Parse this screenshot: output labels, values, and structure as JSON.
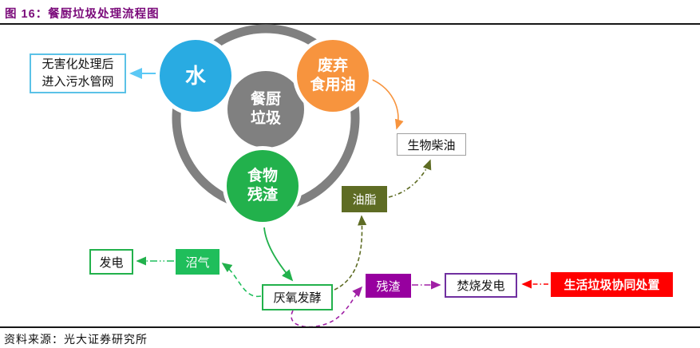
{
  "figure": {
    "title": "图 16：餐厨垃圾处理流程图",
    "source": "资料来源：光大证券研究所"
  },
  "nodes": {
    "center": {
      "line1": "餐厨",
      "line2": "垃圾"
    },
    "water": {
      "label": "水"
    },
    "waste_oil": {
      "line1": "废弃",
      "line2": "食用油"
    },
    "food_residue": {
      "line1": "食物",
      "line2": "残渣"
    }
  },
  "boxes": {
    "sewage": {
      "line1": "无害化处理后",
      "line2": "进入污水管网"
    },
    "biodiesel": {
      "label": "生物柴油"
    },
    "grease": {
      "label": "油脂"
    },
    "anaerobic": {
      "label": "厌氧发酵"
    },
    "biogas": {
      "label": "沼气"
    },
    "power": {
      "label": "发电"
    },
    "residue": {
      "label": "残渣"
    },
    "incineration": {
      "label": "焚烧发电"
    },
    "msw": {
      "label": "生活垃圾协同处置"
    }
  },
  "colors": {
    "title_purple": "#7B0B7B",
    "water_blue": "#29ABE2",
    "oil_orange": "#F7943E",
    "food_green": "#22B14C",
    "center_gray": "#808080",
    "grease_olive": "#5E6C24",
    "biogas_green": "#1FBE5B",
    "residue_purple": "#97009F",
    "incineration_border_purple": "#7030A0",
    "msw_red": "#FF0000",
    "sewage_border_blue": "#5BC2E7",
    "arrow_blue": "#5BC8F5",
    "arrow_purple": "#A020A5"
  }
}
